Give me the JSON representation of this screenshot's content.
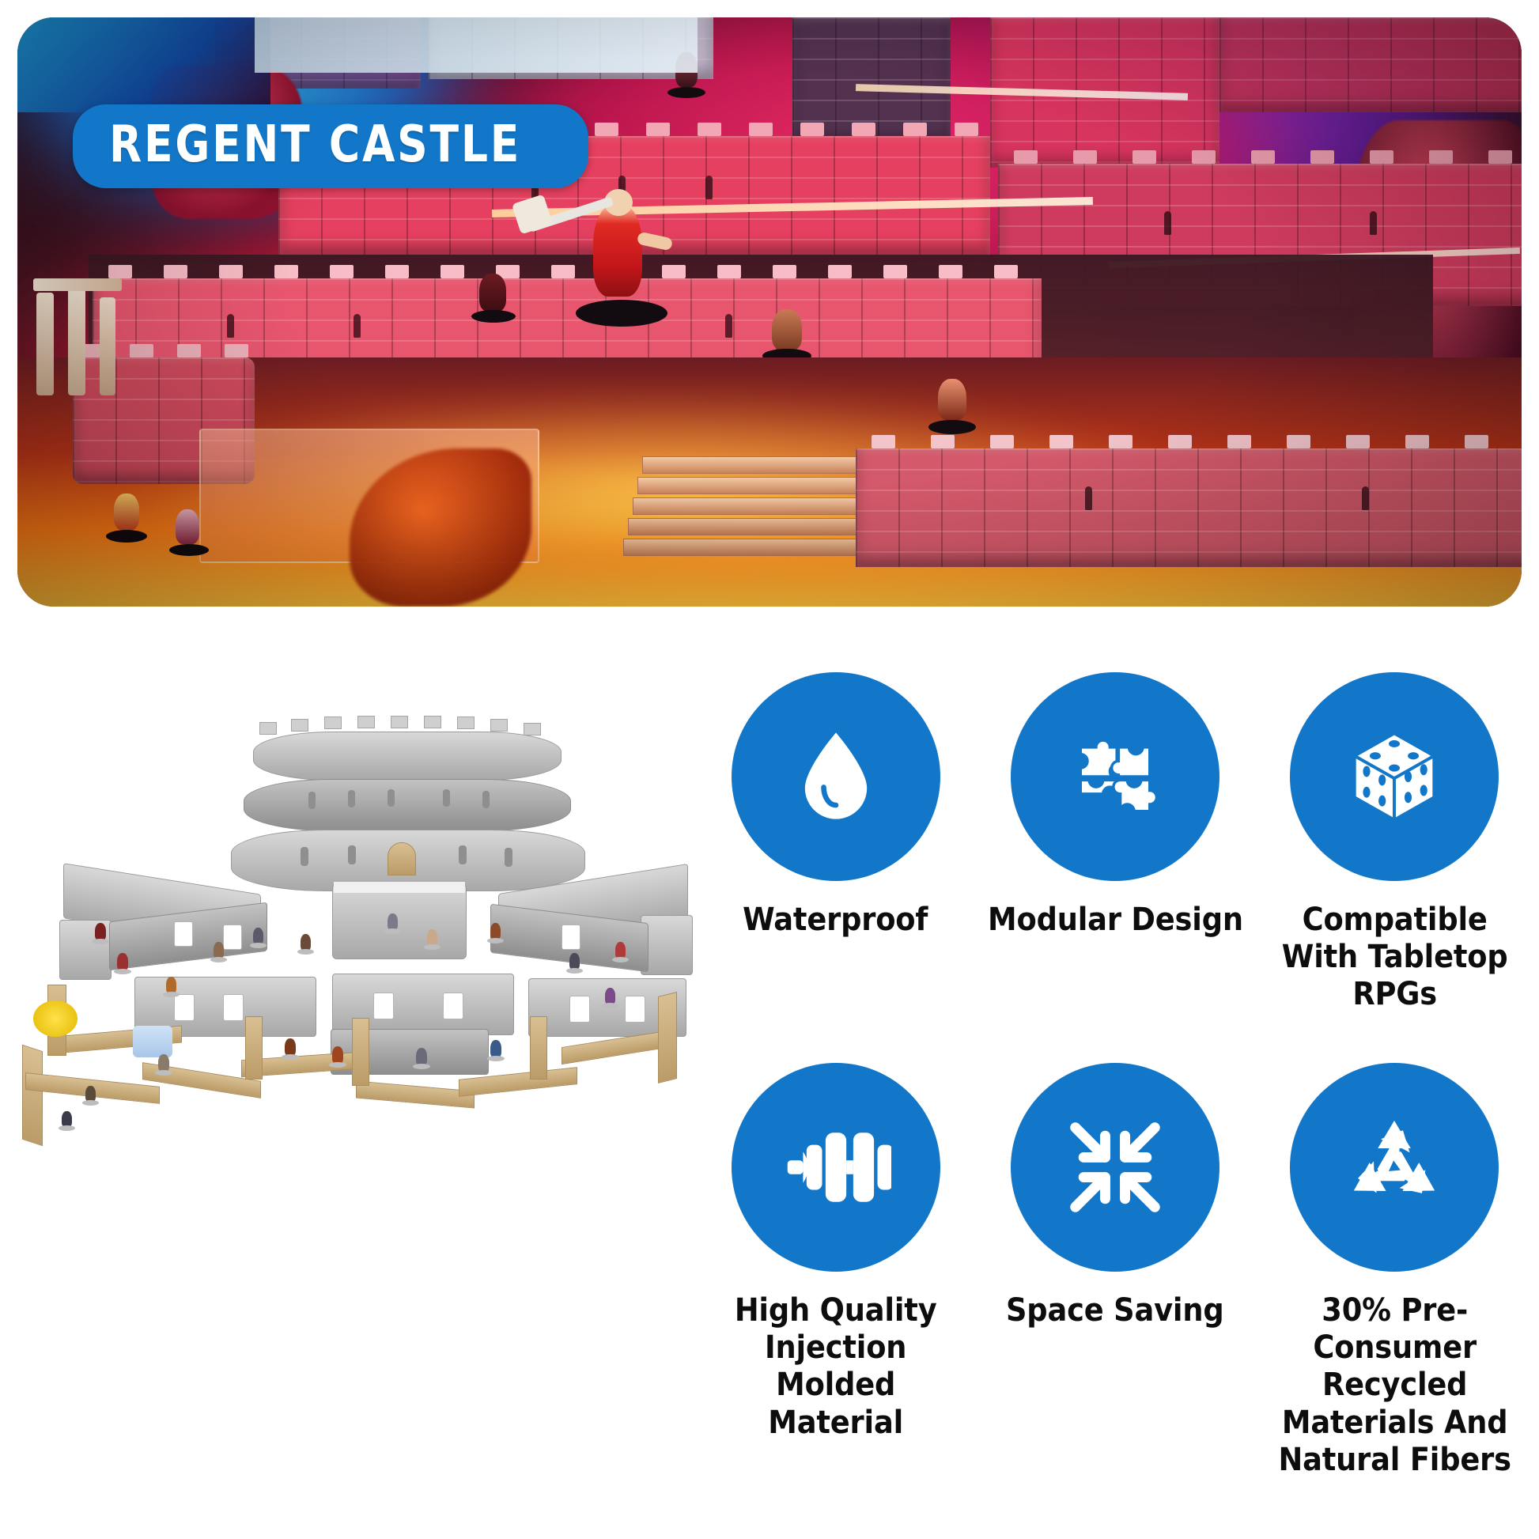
{
  "hero": {
    "badge_label": "REGENT CASTLE",
    "scene_description": "Painted modular castle diorama lit with red and orange stage lighting, miniature figures on the battlements",
    "accent_color": "#1277c8"
  },
  "product_photo": {
    "alt": "Full grey modular castle set assembled with tan cork walls and many painted miniatures on white background"
  },
  "features": [
    {
      "icon": "water-drop-icon",
      "label": "Waterproof"
    },
    {
      "icon": "puzzle-pieces-icon",
      "label": "Modular Design"
    },
    {
      "icon": "dice-icon",
      "label": "Compatible With Tabletop RPGs"
    },
    {
      "icon": "dumbbell-icon",
      "label": "High Quality Injection Molded Material"
    },
    {
      "icon": "compress-arrows-icon",
      "label": "Space Saving"
    },
    {
      "icon": "recycle-icon",
      "label": "30% Pre-Consumer Recycled Materials And Natural Fibers"
    }
  ],
  "colors": {
    "accent_blue": "#1277c8",
    "icon_white": "#ffffff",
    "label_black": "#0d0d0d",
    "background": "#ffffff"
  }
}
